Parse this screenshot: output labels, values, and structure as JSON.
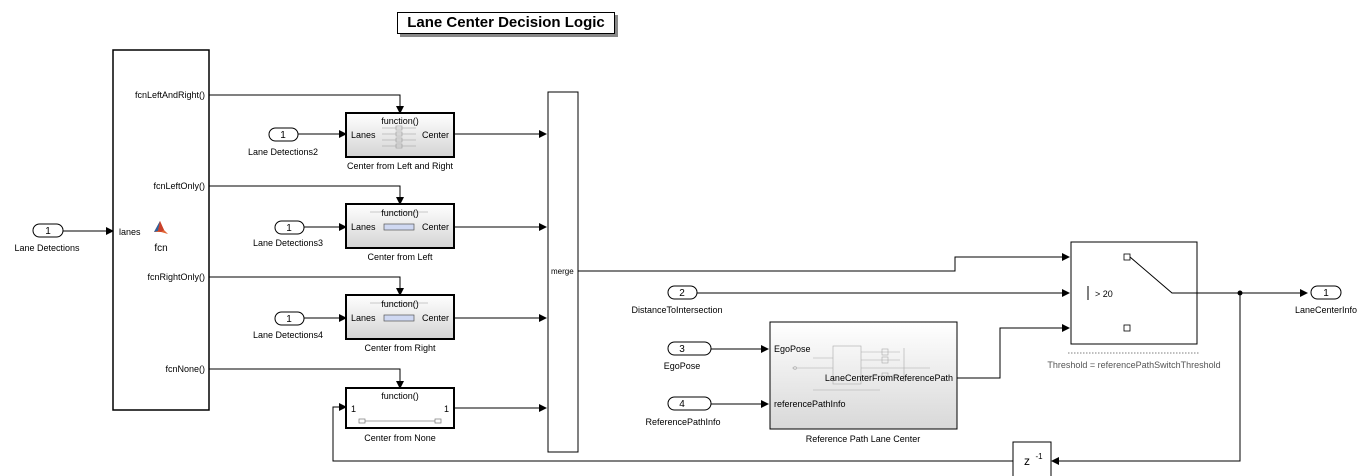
{
  "title": "Lane Center Decision Logic",
  "inports": [
    {
      "num": "1",
      "name": "Lane Detections"
    },
    {
      "num": "1",
      "name": "Lane Detections2"
    },
    {
      "num": "1",
      "name": "Lane Detections3"
    },
    {
      "num": "1",
      "name": "Lane Detections4"
    },
    {
      "num": "2",
      "name": "DistanceToIntersection"
    },
    {
      "num": "3",
      "name": "EgoPose"
    },
    {
      "num": "4",
      "name": "ReferencePathInfo"
    }
  ],
  "outport": {
    "num": "1",
    "name": "LaneCenterInfo"
  },
  "fcn_block": {
    "name": "fcn",
    "input": "lanes",
    "outputs": [
      "fcnLeftAndRight()",
      "fcnLeftOnly()",
      "fcnRightOnly()",
      "fcnNone()"
    ]
  },
  "subsystems": [
    {
      "name": "Center from Left and Right",
      "trigger": "function()",
      "in": "Lanes",
      "out": "Center"
    },
    {
      "name": "Center from Left",
      "trigger": "function()",
      "in": "Lanes",
      "out": "Center"
    },
    {
      "name": "Center from Right",
      "trigger": "function()",
      "in": "Lanes",
      "out": "Center"
    },
    {
      "name": "Center from None",
      "trigger": "function()",
      "in": "1",
      "out": "1"
    }
  ],
  "merge": {
    "label": "merge"
  },
  "ref_path": {
    "name": "Reference Path Lane Center",
    "in1": "EgoPose",
    "in2": "referencePathInfo",
    "out": "LaneCenterFromReferencePath"
  },
  "switch": {
    "criteria": "> 20",
    "threshold": "Threshold = referencePathSwitchThreshold"
  },
  "delay": {
    "base": "z",
    "exp": "-1"
  }
}
